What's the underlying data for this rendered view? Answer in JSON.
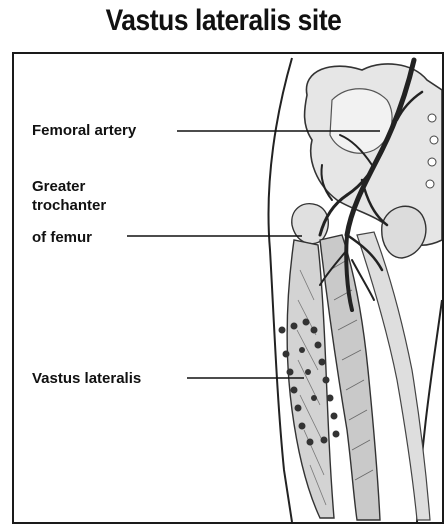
{
  "title": "Vastus lateralis site",
  "labels": {
    "femoral_artery": "Femoral artery",
    "greater_trochanter_line1": "Greater",
    "greater_trochanter_line2": "trochanter",
    "greater_trochanter_line3": "of femur",
    "vastus_lateralis": "Vastus lateralis"
  },
  "colors": {
    "outline": "#1a1a1a",
    "bone": "#e4e4e4",
    "muscle": "#cfcfcf",
    "artery": "#222222",
    "injection_dots": "#333333"
  }
}
